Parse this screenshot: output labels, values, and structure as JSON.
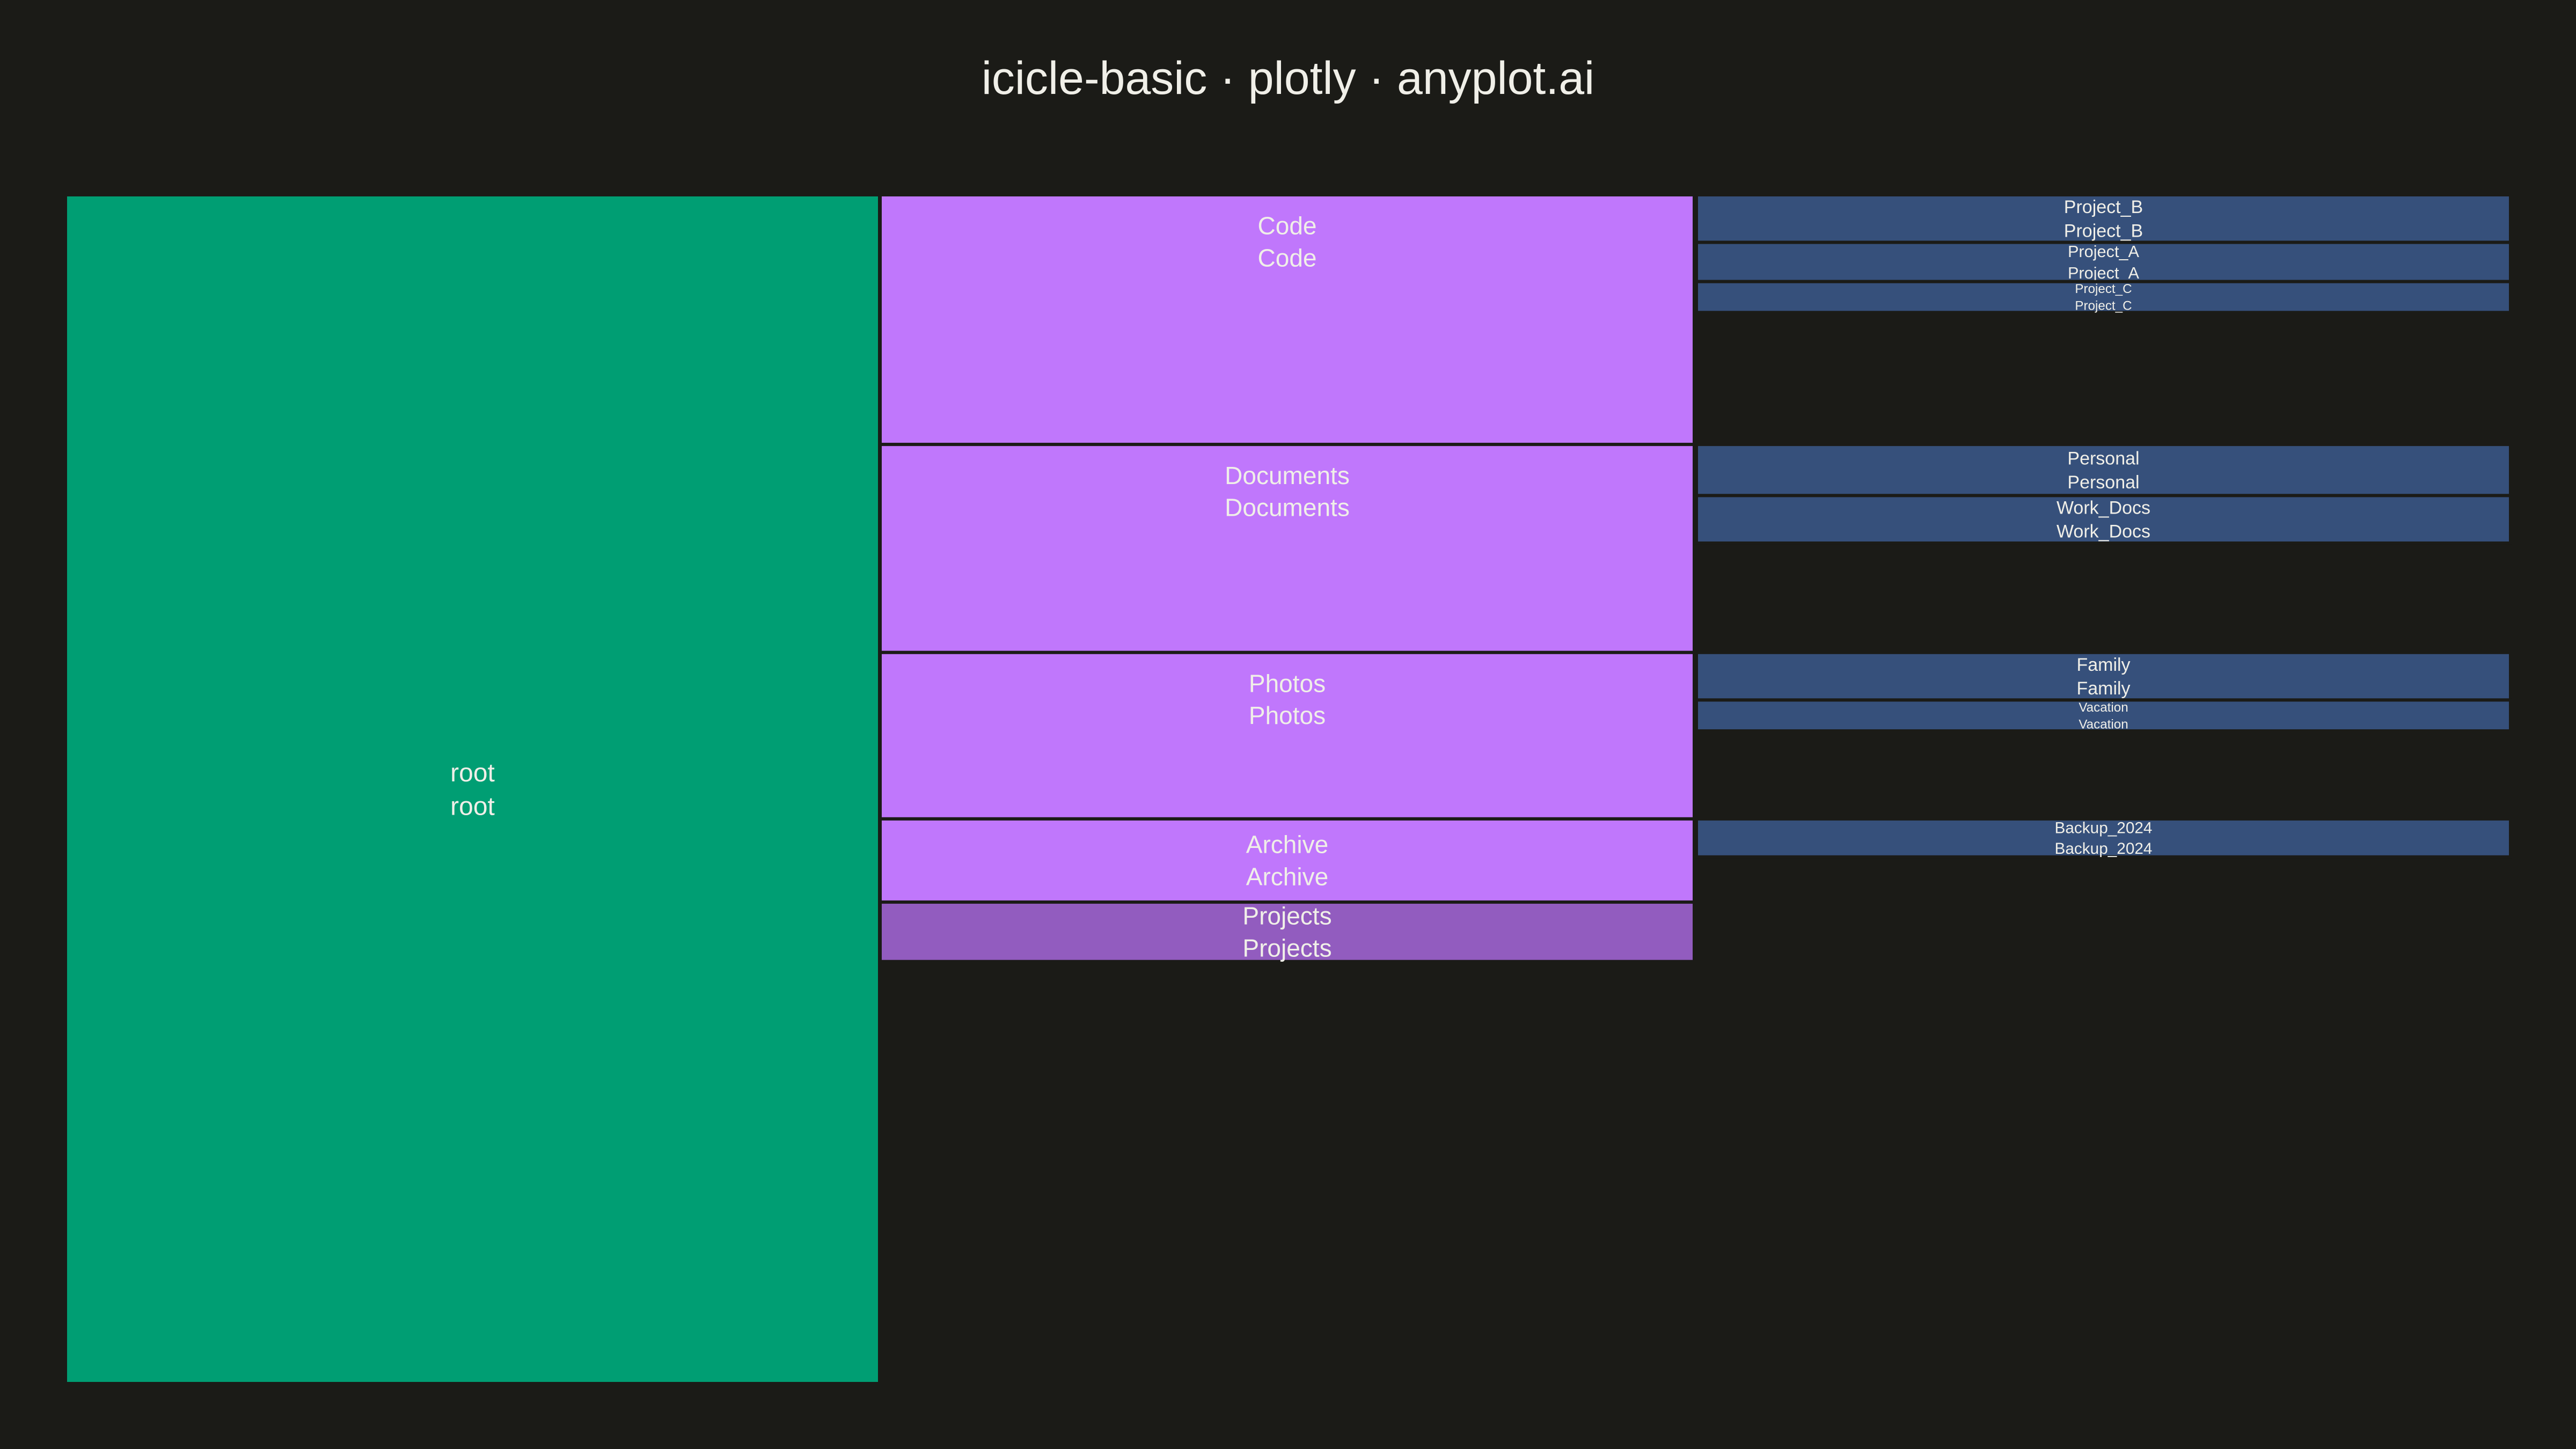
{
  "chart_data": {
    "type": "icicle",
    "title": "icicle-basic · plotly · anyplot.ai",
    "orientation": "horizontal",
    "root_total": 100,
    "colors": {
      "background": "#1b1b17",
      "level0": "#009e73",
      "level1": "#c077fc",
      "level1_leaf": "#925cbf",
      "level2": "#36507b",
      "text": "#f0efe8",
      "border": "#1b1b17"
    },
    "nodes": [
      {
        "id": "root",
        "label": "root",
        "text": "root",
        "parent": "",
        "value": 100
      },
      {
        "id": "Code",
        "label": "Code",
        "text": "Code",
        "parent": "root",
        "value": 21
      },
      {
        "id": "Documents",
        "label": "Documents",
        "text": "Documents",
        "parent": "root",
        "value": 17.5
      },
      {
        "id": "Photos",
        "label": "Photos",
        "text": "Photos",
        "parent": "root",
        "value": 14
      },
      {
        "id": "Archive",
        "label": "Archive",
        "text": "Archive",
        "parent": "root",
        "value": 7
      },
      {
        "id": "Projects",
        "label": "Projects",
        "text": "Projects",
        "parent": "root",
        "value": 5
      },
      {
        "id": "Project_B",
        "label": "Project_B",
        "text": "Project_B",
        "parent": "Code",
        "value": 4
      },
      {
        "id": "Project_A",
        "label": "Project_A",
        "text": "Project_A",
        "parent": "Code",
        "value": 3.3
      },
      {
        "id": "Project_C",
        "label": "Project_C",
        "text": "Project_C",
        "parent": "Code",
        "value": 2.6
      },
      {
        "id": "Personal",
        "label": "Personal",
        "text": "Personal",
        "parent": "Documents",
        "value": 4.3
      },
      {
        "id": "Work_Docs",
        "label": "Work_Docs",
        "text": "Work_Docs",
        "parent": "Documents",
        "value": 4
      },
      {
        "id": "Family",
        "label": "Family",
        "text": "Family",
        "parent": "Photos",
        "value": 4
      },
      {
        "id": "Vacation",
        "label": "Vacation",
        "text": "Vacation",
        "parent": "Photos",
        "value": 2.6
      },
      {
        "id": "Backup_2024",
        "label": "Backup_2024",
        "text": "Backup_2024",
        "parent": "Archive",
        "value": 3.2
      }
    ]
  }
}
